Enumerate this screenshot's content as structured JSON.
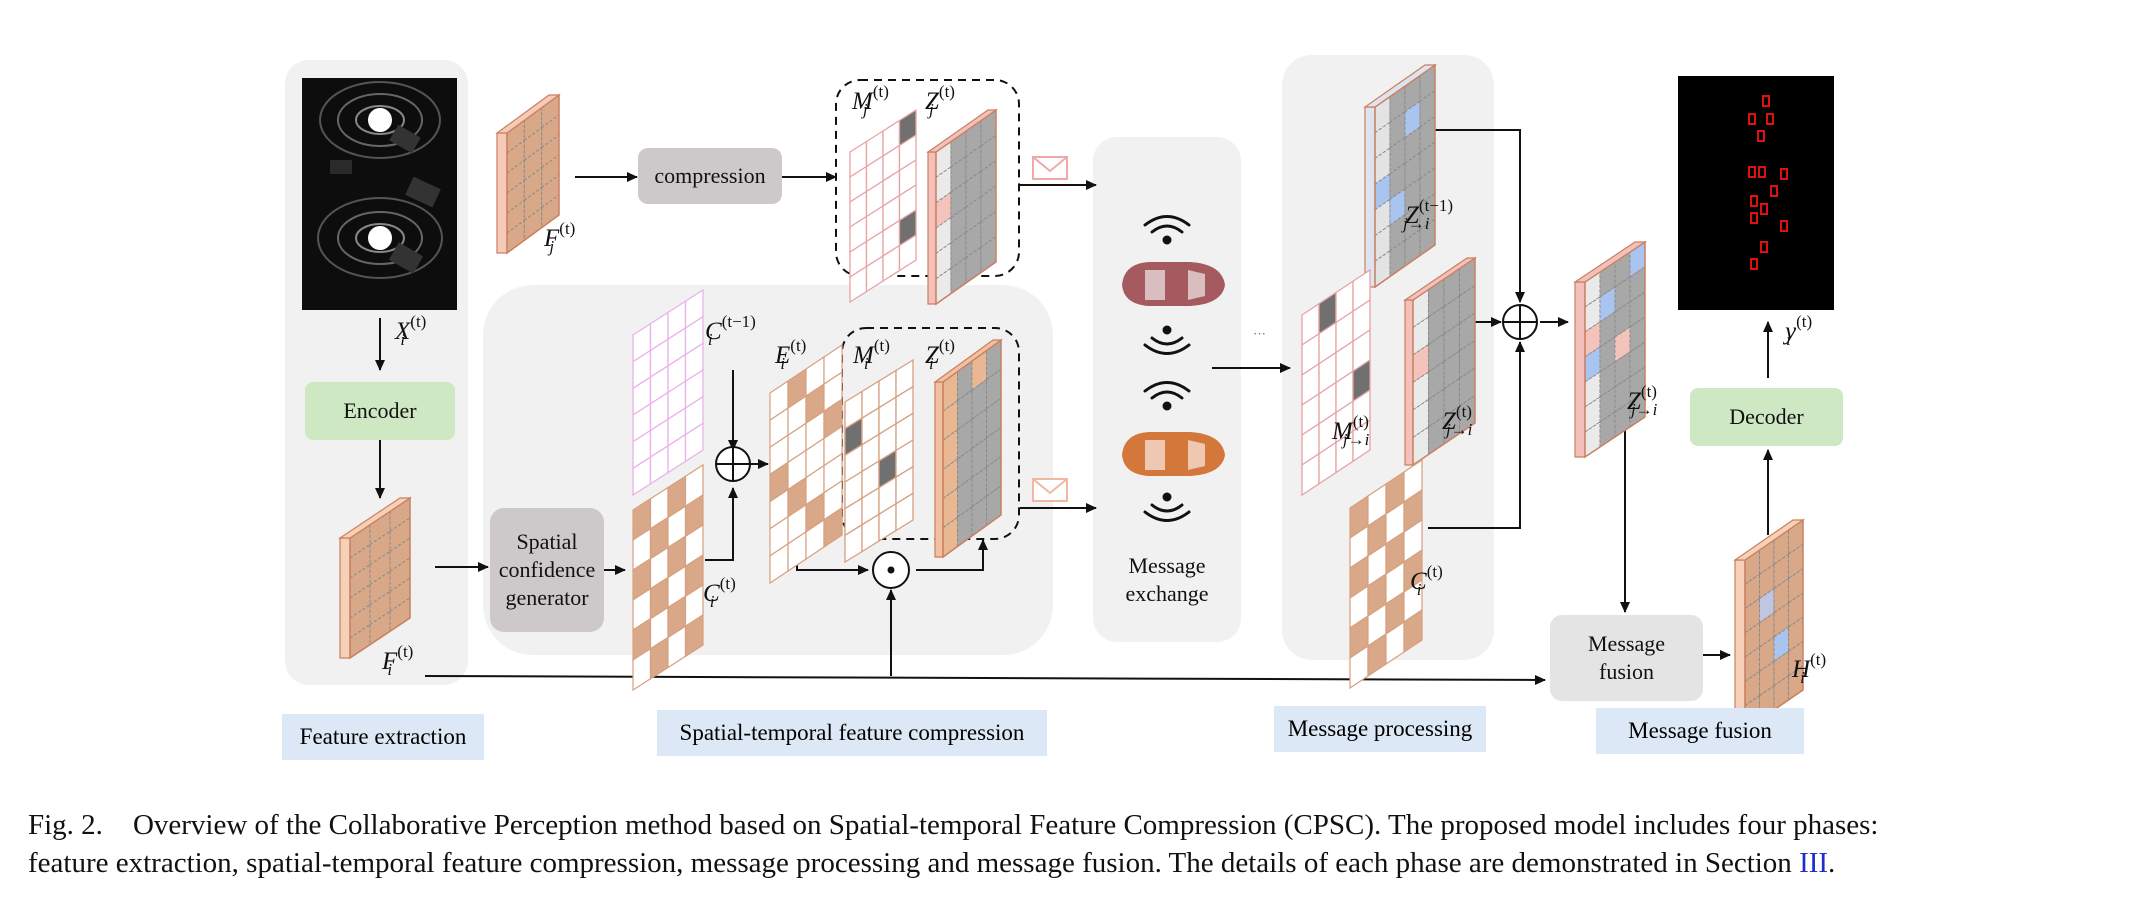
{
  "phases": {
    "feature_extraction": "Feature extraction",
    "compression": "Spatial-temporal feature compression",
    "processing": "Message processing",
    "fusion": "Message fusion"
  },
  "modules": {
    "encoder": "Encoder",
    "decoder": "Decoder",
    "compression": "compression",
    "spatial_confidence_line1": "Spatial",
    "spatial_confidence_line2": "confidence",
    "spatial_confidence_line3": "generator",
    "message_exchange_line1": "Message",
    "message_exchange_line2": "exchange",
    "message_fusion_line1": "Message",
    "message_fusion_line2": "fusion"
  },
  "symbols": {
    "X_i": "X",
    "F_j": "F",
    "F_i": "F",
    "M_j": "M",
    "Z_j": "Z",
    "C_prev": "C",
    "C_i": "C",
    "E_i": "E",
    "M_i": "M",
    "Z_i": "Z",
    "Z_hat_prev": "Z",
    "M_ji": "M",
    "Z_ji": "Z",
    "C_i_proc": "C",
    "Z_tilde": "Z",
    "H_i": "H",
    "Y_hat": "y",
    "sup_t": "(t)",
    "sup_t1": "(t−1)",
    "sub_i": "i",
    "sub_j": "j",
    "sub_ji": "j→i",
    "ellipsis": "···"
  },
  "caption": {
    "fig": "Fig. 2.",
    "line1": "Overview of the Collaborative Perception method based on Spatial-temporal Feature Compression (CPSC). The proposed model includes four phases:",
    "line2_pre": "feature extraction, spatial-temporal feature compression, message processing and message fusion. The details of each phase are demonstrated in Section ",
    "ref": "III",
    "line2_post": "."
  },
  "colors": {
    "panel_bg": "#f1f1f1",
    "encoder_green": "#cfe8c4",
    "gray_module": "#cdc9ca",
    "phase_blue": "#dce8f5",
    "feature_tan": "#d9a888",
    "feature_pink": "#f4c4bc",
    "gray_feature": "#a8a8a8",
    "blue_cell": "#a9c4ef",
    "car_red": "#a45a5e",
    "car_orange": "#d4773a"
  }
}
